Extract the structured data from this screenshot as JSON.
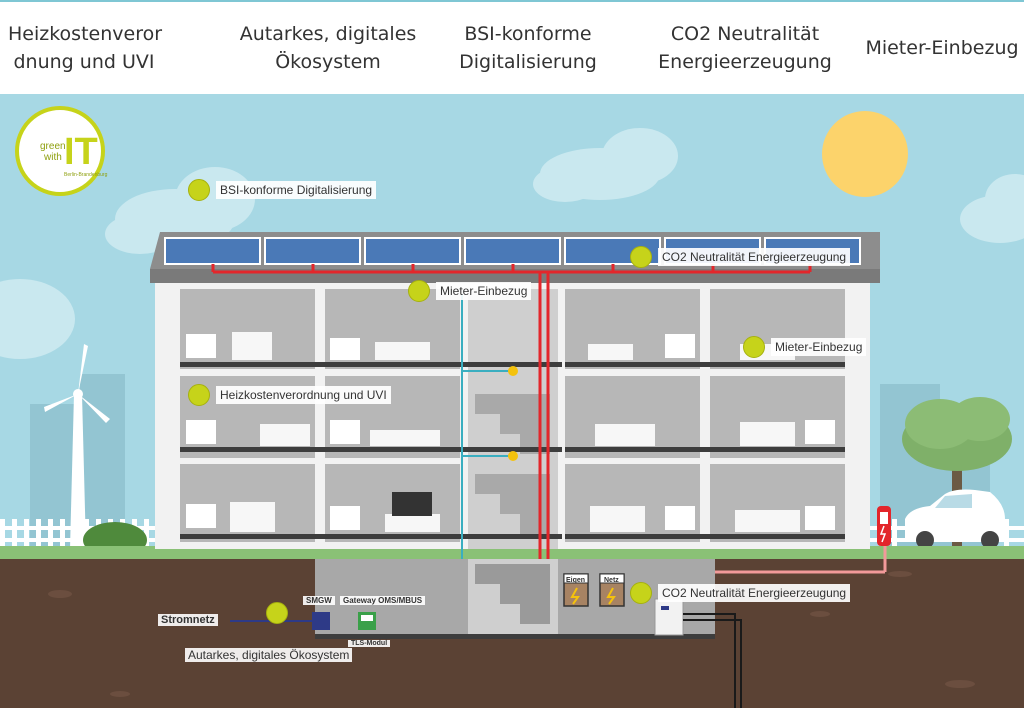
{
  "tabs": [
    {
      "label": "Heizkostenveror\ndnung und UVI"
    },
    {
      "label": "Autarkes, digitales\nÖkosystem"
    },
    {
      "label": "BSI-konforme\nDigitalisierung"
    },
    {
      "label": "CO2 Neutralität\nEnergieerzeugung"
    },
    {
      "label": "Mieter-Einbezug"
    }
  ],
  "logo": {
    "line1": "green",
    "line2": "with",
    "big": "IT",
    "sub": "Berlin-Brandenburg"
  },
  "hotspots": [
    {
      "label": "BSI-konforme Digitalisierung"
    },
    {
      "label": "CO2 Neutralität Energieerzeugung"
    },
    {
      "label": "Mieter-Einbezug"
    },
    {
      "label": "Mieter-Einbezug"
    },
    {
      "label": "Heizkostenverordnung und UVI"
    },
    {
      "label": "CO2 Neutralität Energieerzeugung"
    },
    {
      "label": ""
    }
  ],
  "basement": {
    "stromnetz": "Stromnetz",
    "smgw": "SMGW",
    "gateway": "Gateway OMS/MBUS",
    "tls": "TLS-Modul",
    "eigen": "Eigen",
    "netz": "Netz",
    "autark_label": "Autarkes, digitales Ökosystem"
  },
  "colors": {
    "accent_dot": "#c6d31a",
    "power_line": "#e3262b",
    "data_line": "#3aaec0",
    "sky": "#a7d8e4"
  }
}
